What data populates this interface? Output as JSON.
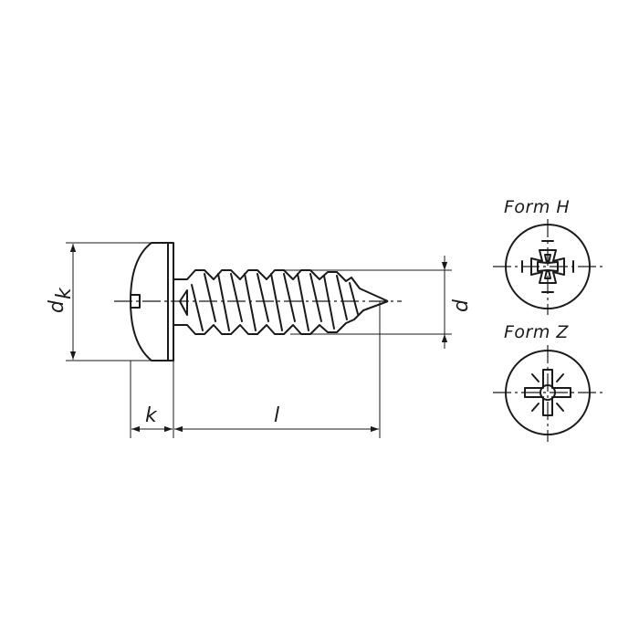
{
  "labels": {
    "head_diameter": "d",
    "head_diameter_sub": "k",
    "shank_diameter": "d",
    "head_height": "k",
    "length": "l"
  },
  "drive_types": [
    {
      "label": "Form  H",
      "drive": "cross-recess-phillips-icon"
    },
    {
      "label": "Form  Z",
      "drive": "cross-recess-pozidriv-icon"
    }
  ]
}
